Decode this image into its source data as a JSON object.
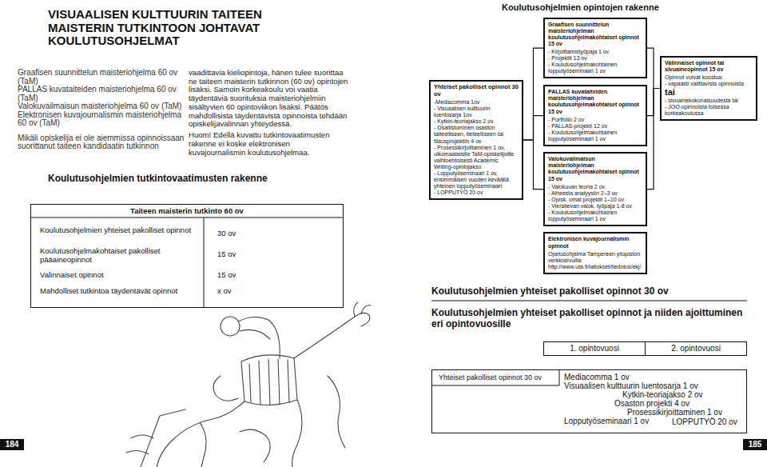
{
  "diagram": {
    "title": "VISUAALISEN KULTTUURIN TAITEEN MAISTERIN TUTKINTOON JOHTAVAT KOULUTUSOHJELMAT",
    "nodes": [
      {
        "text": [
          "Taiteen maisterin tutkinto 60 ov"
        ]
      },
      {
        "text": [
          "Yhteiset pakolliset opinnot 30 ov",
          "-Mediacomma 1ov",
          "- Visuaalisen kulttuurin luentosarja 1ov",
          "- Kytkin-teoriajakso 2 ov",
          "- Osallistuminen osaston taiteelliseen, tieteelliseen tai tilausprojektiin 4 ov",
          "- Prosessikirjoittaminen 1 ov, ulkomaalaisille TaM-opiskelijoille vaihtoehtoisesti Academic Writing-opintojakso",
          "- Lopputyöseminaari 1 ov, ensimmäisen vuoden keväällä yhteinen lopputyöseminaari",
          "- LOPPUTYÖ 20 ov"
        ]
      },
      {
        "text": [
          "Graafisen suunnittelun maisteriohjelman koulutusohjelmakohtaiset opinnot 15 ov",
          "- Kirjoittamistyöpaja 1 ov",
          "- Projektit 13 ov",
          "- Koulutusohjelmakohtainen lopputyöseminaari 1 ov"
        ]
      },
      {
        "text": [
          "PALLAS kuvataiteiden maisteriohjelman koulutusohjelmakohtaiset opinnot 15 ov",
          "- Portfolio 2 ov",
          "- PALLAS-projekti 12 ov",
          "- Koulutusohjelmakohtainen lopputyöseminaari 1 ov"
        ]
      },
      {
        "text": [
          "Valokuvailmaisun maisteriohjelman koulutusohjelmakohtaiset opinnot 15 ov",
          "- Valokuvan teoria 2 ov",
          "- Aiheesta analyysiin 2–3 ov",
          "- Opisk. omat projektit 1–10 ov",
          "- Vierailevan valok. työpaja 1-8 ov",
          "- Koulutusohjelmakohtainen lopputyöseminaari 1 ov"
        ]
      },
      {
        "text": [
          "Valinnaiset opinnot tai sivuaineopinnot 15 ov",
          "Opinnot voivat koostua:",
          "- vapaasti valittavista opinnoista",
          "tai",
          "- sivuainekokonaisuudesta tai",
          "- JOO-opinnoista toisessa korkeakoulussa"
        ]
      },
      {
        "text": [
          "Elektronisen kuvajournalismin opinnot",
          "Opetusohjelma Tampereen yliopiston verkkosivuilla",
          "http://www.uta.fi/laitokset/tiedotus/ekj/"
        ]
      },
      {
        "text": [
          "1. opintovuosi",
          "2. opintovuosi"
        ]
      },
      {
        "text": [
          "Yhteiset pakolliset opinnot 30 ov",
          "Mediacomma 1 ov",
          "Visuaalisen kulttuurin luentosarja 1 ov",
          "Kytkin-teoriajakso 2 ov",
          "Osaston projekti 4 ov",
          "Prosessikirjoittaminen 1 ov",
          "Lopputyöseminaari 1 ov",
          "LOPPUTYÖ 20 ov"
        ]
      }
    ],
    "edges": [
      {
        "from": 1,
        "to": 2,
        "arrow": "none"
      },
      {
        "from": 1,
        "to": 3,
        "arrow": "none"
      },
      {
        "from": 1,
        "to": 4,
        "arrow": "none"
      },
      {
        "from": 2,
        "to": 5,
        "arrow": "none"
      },
      {
        "from": 3,
        "to": 5,
        "arrow": "none"
      },
      {
        "from": 4,
        "to": 5,
        "arrow": "none"
      }
    ],
    "labels": [
      "Graafisen suunnittelun maisteriohjelma 60 ov (TaM)",
      "PALLAS kuvataiteiden maisteriohjelma 60 ov (TaM)",
      "Valokuvailmaisun maisteriohjelma 60 ov (TaM)",
      "Elektronisen kuvajournalismin maisteriohjelma 60 ov (TaM)",
      "Mikäli opiskelija ei ole aiemmissa opinnoissaan suorittanut taiteen kandidaatin tutkinnon",
      "vaadittavia kieliopintoja, hänen tulee suorittaa ne taiteen maisterin tutkinnon (60 ov) opintojen lisäksi. Samoin korkeakoulu voi vaatia täydentäviä suorituksia maisteriohjelmiin sisältyvien 60 opintoviikon lisäksi. Päätös mahdollisista täydentävistä opinnoista tehdään opiskelijavalinnan yhteydessä.",
      "Huom! Edellä kuvattu tutkintovaatimusten rakenne ei koske elektronisen kuvajournalismin koulutusohjelmaa.",
      "Koulutusohjelmien tutkintovaatimusten rakenne",
      "Koulutusohjelmien yhteiset pakolliset opinnot",
      "30 ov",
      "Koulutusohjelmakohtaiset pakolliset pääaineopinnot",
      "15 ov",
      "Valinnaiset opinnot",
      "15 ov",
      "Mahdolliset tutkintoa täydentävät opinnot",
      "x ov",
      "184",
      "185",
      "Koulutusohjelmien opintojen rakenne",
      "Koulutusohjelmien yhteiset pakolliset opinnot 30 ov",
      "Koulutusohjelmien yhteiset pakolliset opinnot ja niiden ajoittuminen eri opintovuosille"
    ]
  }
}
